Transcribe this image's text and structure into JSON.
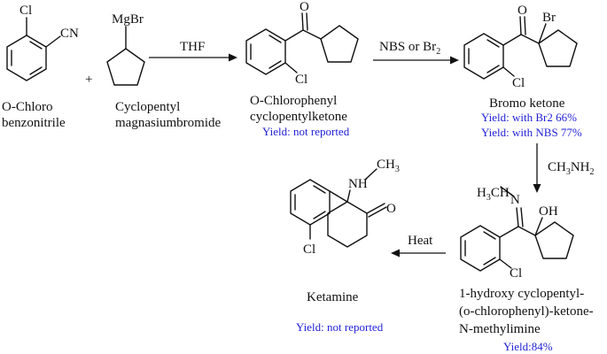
{
  "colors": {
    "ink": "#111111",
    "yield": "#1f1fd6"
  },
  "atoms": {
    "cl": "Cl",
    "cn": "CN",
    "mgbr": "MgBr",
    "o": "O",
    "br": "Br",
    "n": "N",
    "oh": "OH",
    "nh": "NH",
    "ch": "CH",
    "h3": "H",
    "three": "3"
  },
  "compounds": {
    "chlorobenzonitrile": {
      "line1": "O-Chloro",
      "line2": "benzonitrile"
    },
    "grignard": {
      "line1": "Cyclopentyl",
      "line2": "magnasiumbromide"
    },
    "ketone": {
      "line1": "O-Chlorophenyl",
      "line2": "cyclopentylketone",
      "yield": "Yield: not reported"
    },
    "bromoketone": {
      "line1": "Bromo ketone",
      "yield1": "Yield: with Br2 66%",
      "yield2": "Yield: with NBS 77%"
    },
    "imine": {
      "line1": "1-hydroxy cyclopentyl-",
      "line2": "(o-chlorophenyl)-ketone-",
      "line3": "N-methylimine",
      "yield": "Yield:84%"
    },
    "ketamine": {
      "line1": "Ketamine",
      "yield": "Yield: not reported"
    }
  },
  "plus": "+",
  "reagents": {
    "step1": "THF",
    "step2_main": "NBS or Br",
    "step2_sub": "2",
    "step3_main": "CH",
    "step3_sub": "3",
    "step3_end": "NH",
    "step3_sub2": "2",
    "step4": "Heat"
  }
}
